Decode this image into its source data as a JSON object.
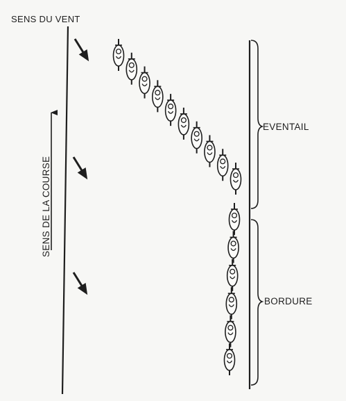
{
  "labels": {
    "wind_direction": "SENS DU VENT",
    "race_direction": "SENS DE LA COURSE",
    "echelon": "EVENTAIL",
    "gutter": "BORDURE"
  },
  "elements": {
    "wind_arrows": 3,
    "echelon_riders": 10,
    "gutter_riders": 6
  },
  "colors": {
    "ink": "#1e1e1e",
    "background": "#f7f7f5"
  }
}
